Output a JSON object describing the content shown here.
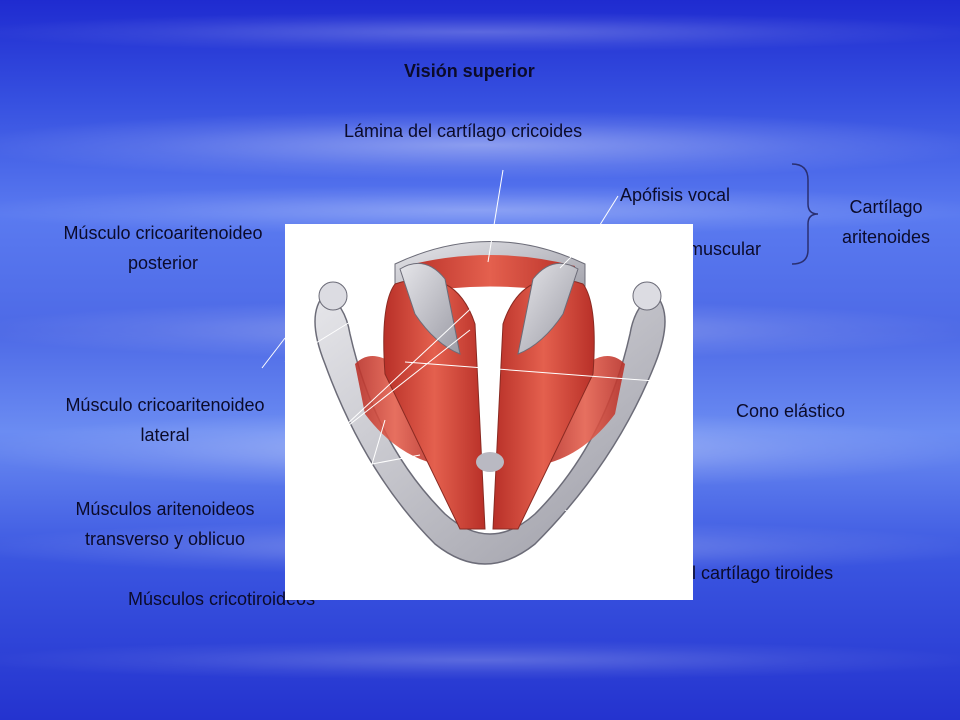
{
  "title": "Visión superior",
  "labels": {
    "cricoid_lamina": "Lámina del cartílago cricoides",
    "vocal_process": "Apófisis vocal",
    "muscular_process": "Apófisis muscular",
    "arytenoid_line1": "Cartílago",
    "arytenoid_line2": "aritenoides",
    "post_crico_line1": "Músculo cricoaritenoideo",
    "post_crico_line2": "posterior",
    "lat_crico_line1": "Músculo cricoaritenoideo",
    "lat_crico_line2": "lateral",
    "aryt_muscles_line1": "Músculos aritenoideos",
    "aryt_muscles_line2": "transverso y oblicuo",
    "cricothyroid": "Músculos cricotiroideos",
    "conus_elasticus": "Cono elástico",
    "thyroid_lamina": "Lámina del cartílago tiroides"
  },
  "colors": {
    "text": "#0b0b2a",
    "muscle": "#d84a3c",
    "cartilage": "#c9c9cf"
  }
}
